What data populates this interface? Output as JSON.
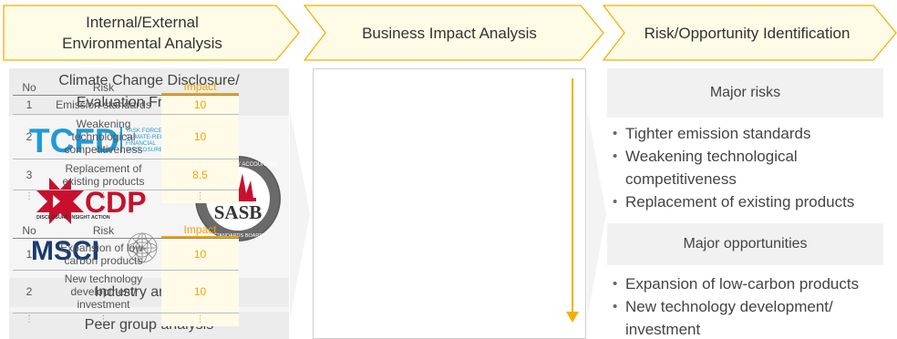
{
  "stages": [
    {
      "label": "Internal/External\nEnvironmental Analysis"
    },
    {
      "label": "Business Impact Analysis"
    },
    {
      "label": "Risk/Opportunity Identification"
    }
  ],
  "col1": {
    "framework": "Climate Change Disclosure/\nEvaluation Framework",
    "industry": "Industry analysis",
    "peer": "Peer group analysis",
    "logos": {
      "tcfd": "TCFD",
      "tcfd_sub": [
        "TASK FORCE ON",
        "CLIMATE-RELATED",
        "FINANCIAL",
        "DISCLOSURES"
      ],
      "cdp": "CDP",
      "cdp_sub": "DISCLOSURE INSIGHT ACTION",
      "msci": "MSCI",
      "sasb": "SASB",
      "sasb_ring_top": "SUSTAINABILITY ACCOUNTING",
      "sasb_ring_bottom": "STANDARDS BOARD"
    }
  },
  "risk_table": {
    "headers": {
      "no": "No",
      "risk": "Risk",
      "impact": "Impact"
    },
    "rows": [
      {
        "no": "1",
        "risk": "Emission standards",
        "impact": "10"
      },
      {
        "no": "2",
        "risk": "Weakening\ntechnological\ncompetitiveness",
        "impact": "10"
      },
      {
        "no": "3",
        "risk": "Replacement of\nexisting products",
        "impact": "8.5"
      }
    ]
  },
  "opp_table": {
    "headers": {
      "no": "No",
      "risk": "Risk",
      "impact": "Impact"
    },
    "rows": [
      {
        "no": "1",
        "risk": "Expansion of low-\ncarbon products",
        "impact": "10"
      },
      {
        "no": "2",
        "risk": "New technology\ndevelopment/\ninvestment",
        "impact": "10"
      }
    ]
  },
  "col3": {
    "risks_title": "Major risks",
    "risks": [
      "Tighter emission standards",
      "Weakening technological\ncompetitiveness",
      "Replacement of existing products"
    ],
    "opps_title": "Major opportunities",
    "opps": [
      "Expansion of low-carbon products",
      "New technology development/\ninvestment"
    ]
  },
  "colors": {
    "accent": "#f5b000",
    "arrow_fill": "#fefbe6",
    "tcfd": "#1f9ad6",
    "cdp": "#c8102e",
    "msci": "#1a3b6d"
  }
}
